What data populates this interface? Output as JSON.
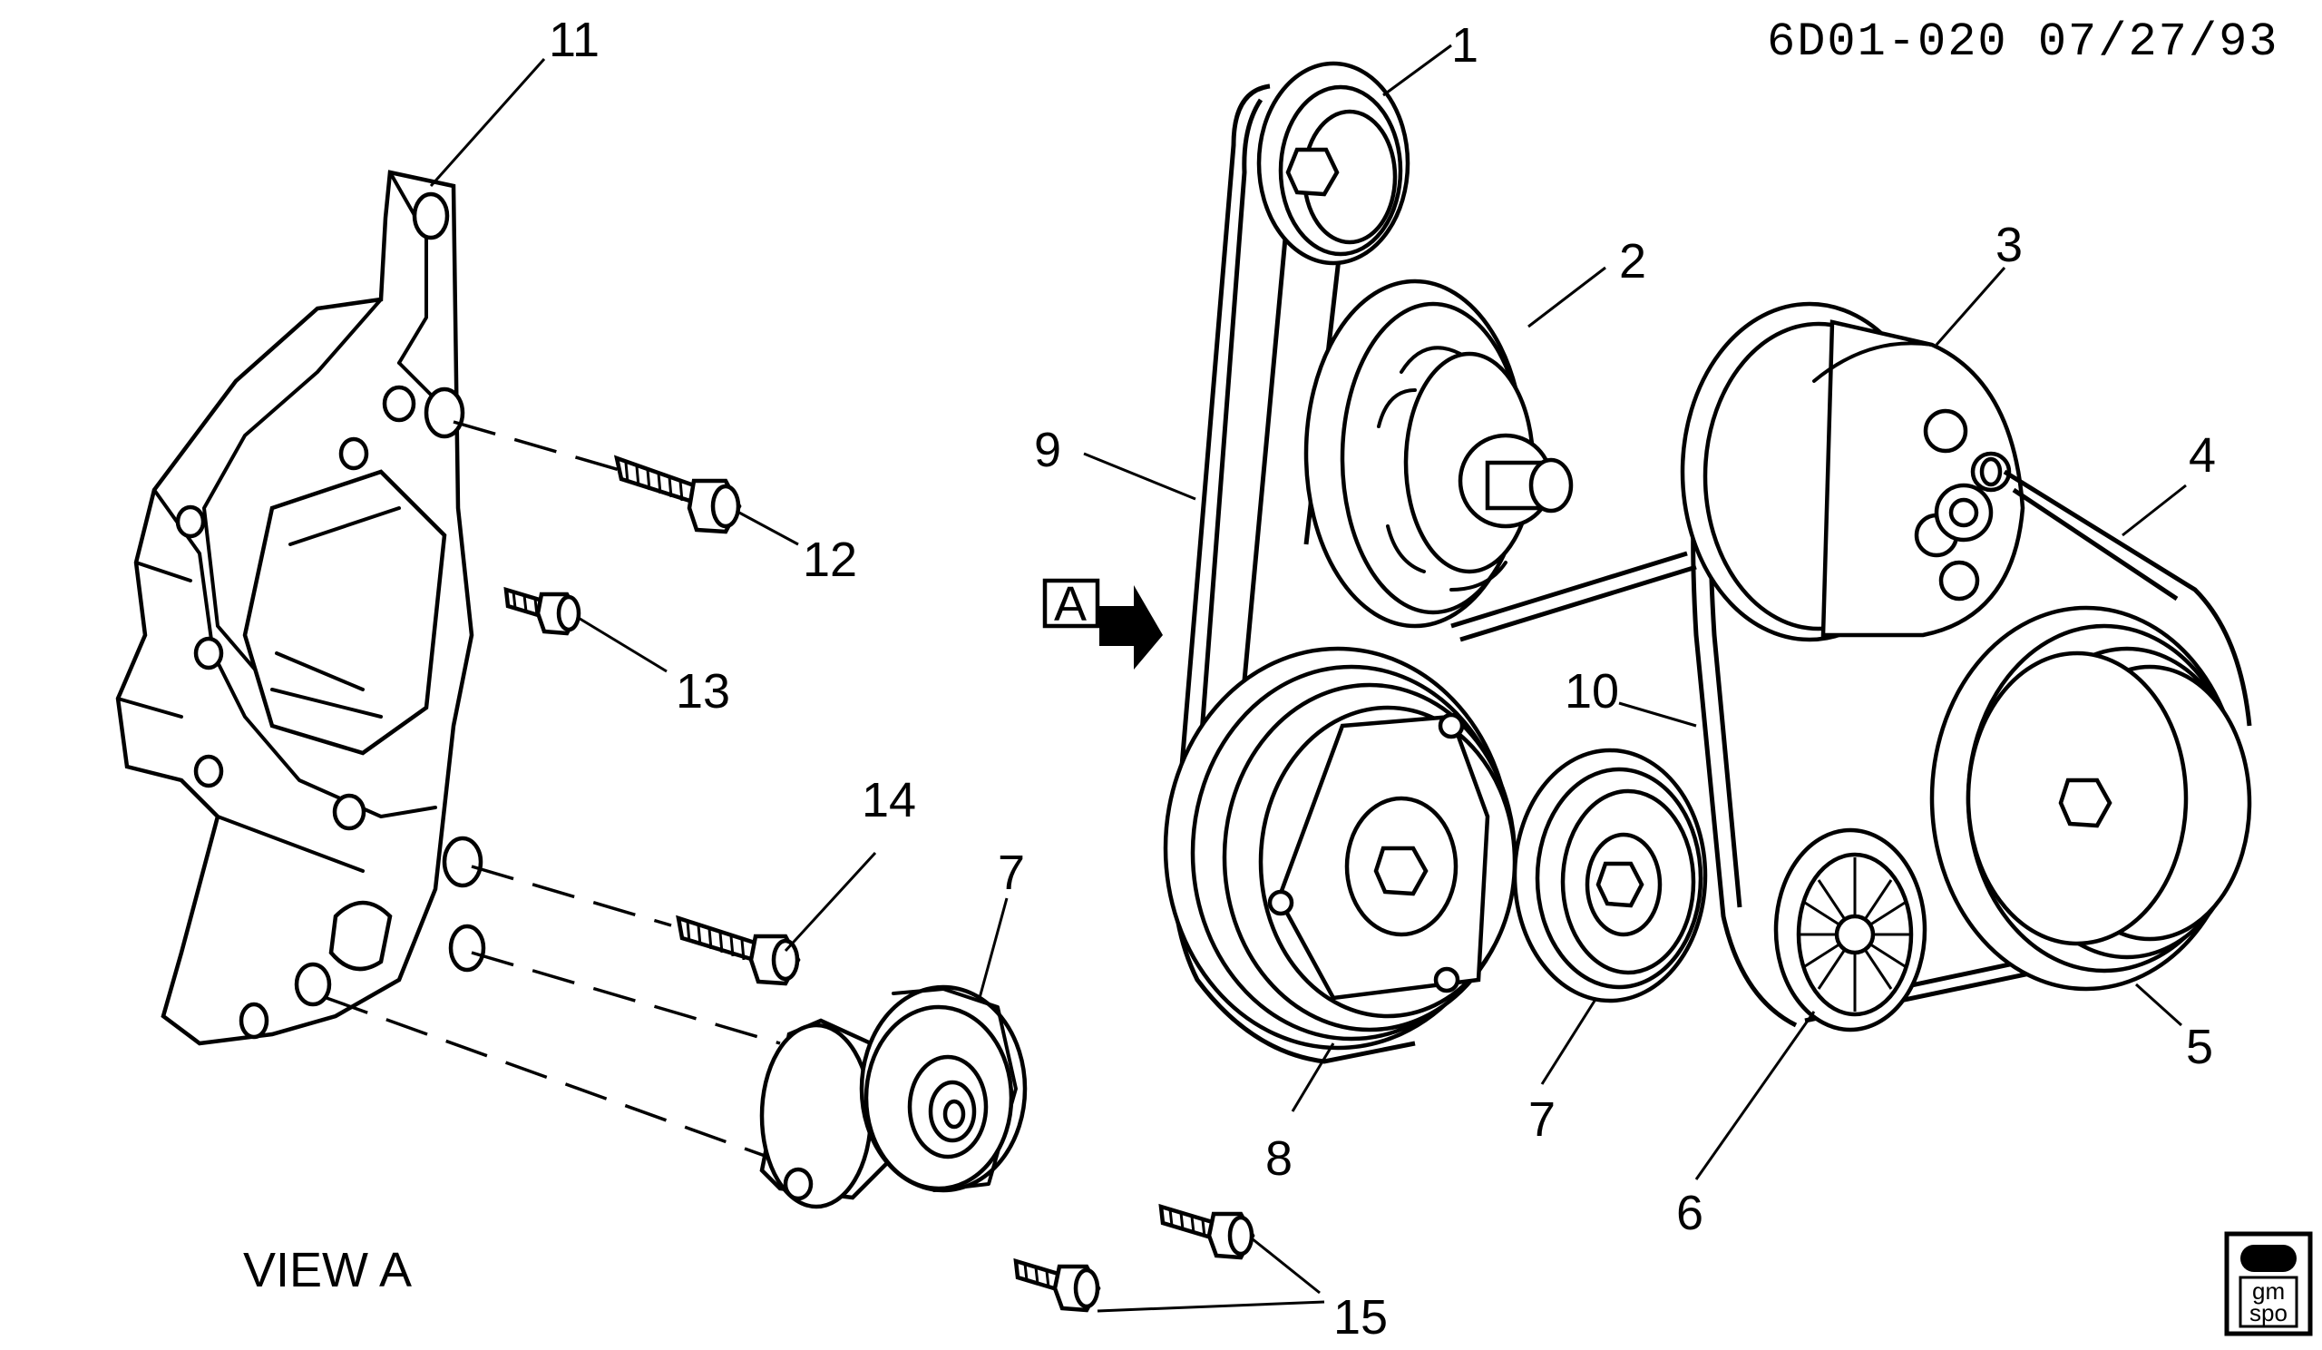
{
  "header": {
    "document_id": "6D01-020 07/27/93"
  },
  "view_label": "VIEW A",
  "view_marker": {
    "letter": "A"
  },
  "callouts": {
    "c1": "1",
    "c2": "2",
    "c3": "3",
    "c4": "4",
    "c5": "5",
    "c6": "6",
    "c7a": "7",
    "c7b": "7",
    "c8": "8",
    "c9": "9",
    "c10": "10",
    "c11": "11",
    "c12": "12",
    "c13": "13",
    "c14": "14",
    "c15": "15"
  },
  "logo": {
    "line1": "gm",
    "line2": "spo"
  }
}
